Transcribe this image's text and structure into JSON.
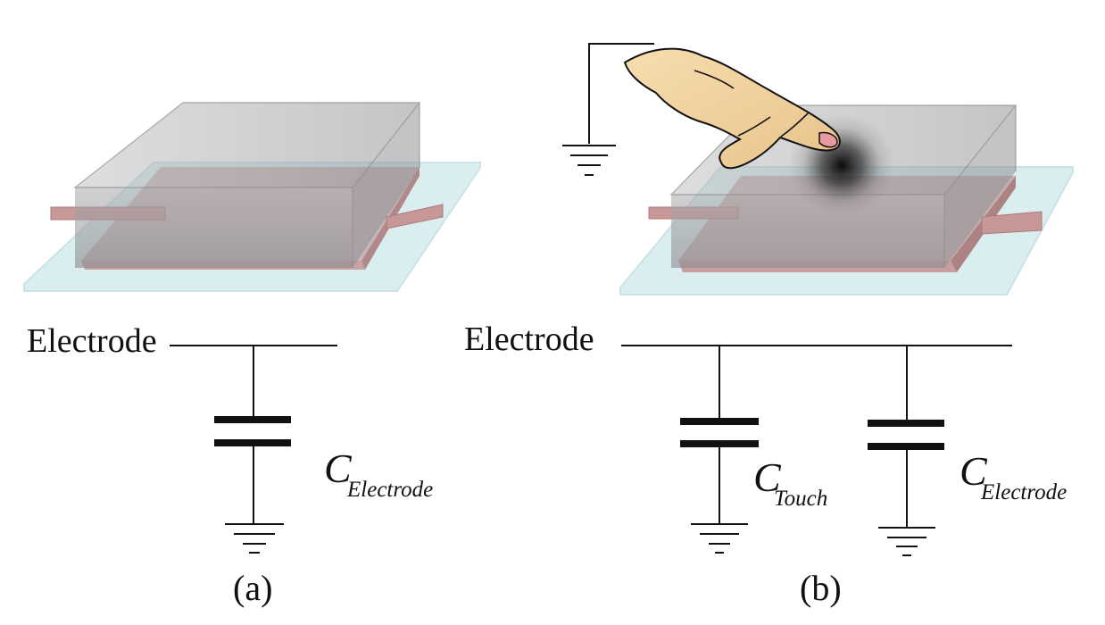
{
  "colors": {
    "glass_block": "#a9a9ab",
    "glass_edge": "#8f8f92",
    "electrode": "#b98b8b",
    "substrate": "#d9eef0",
    "skin": "#f2d3a3",
    "wire": "#111111",
    "background": "#ffffff"
  },
  "panel_a": {
    "electrode_label": "Electrode",
    "capacitor_main": "C",
    "capacitor_sub": "Electrode",
    "caption": "(a)"
  },
  "panel_b": {
    "electrode_label": "Electrode",
    "touch_capacitor_main": "C",
    "touch_capacitor_sub": "Touch",
    "electrode_capacitor_main": "C",
    "electrode_capacitor_sub": "Electrode",
    "caption": "(b)"
  }
}
